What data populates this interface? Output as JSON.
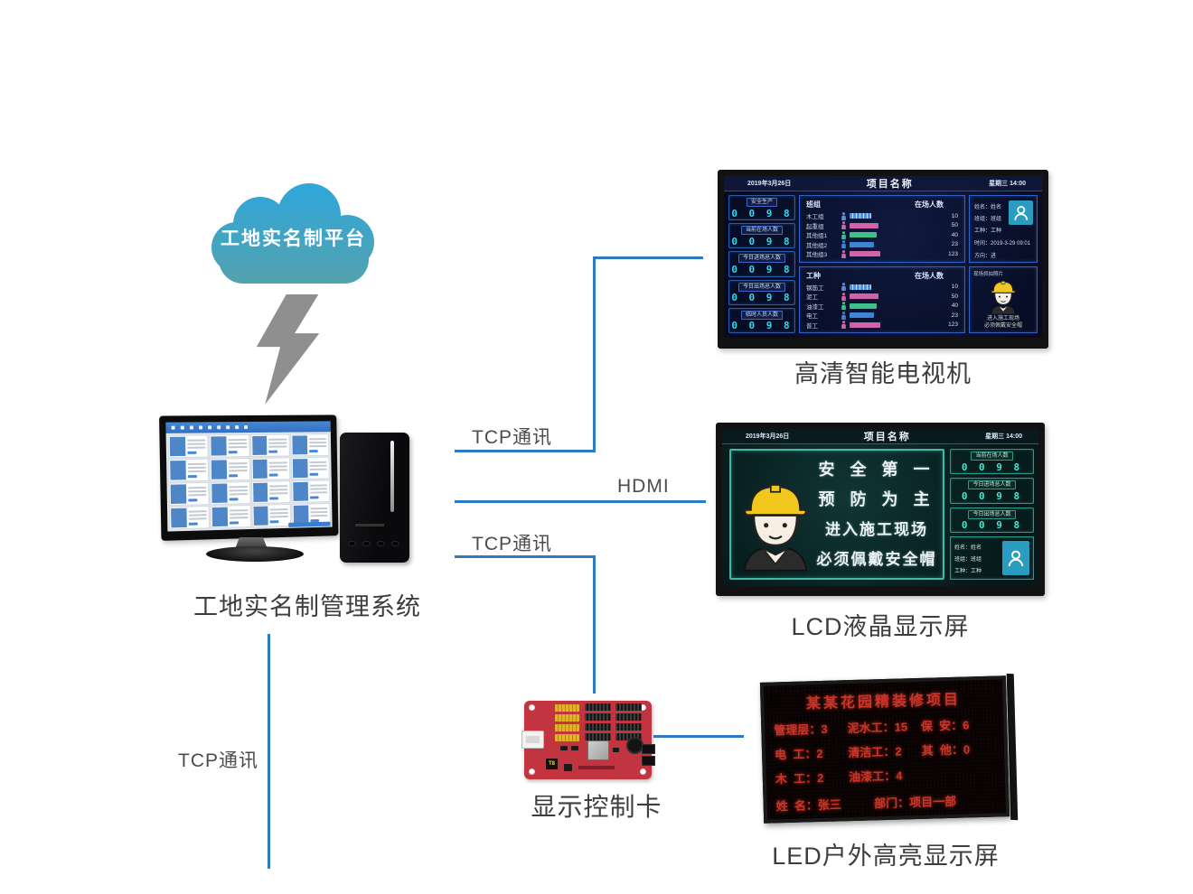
{
  "cloud": {
    "label": "工地实名制平台"
  },
  "computer": {
    "caption": "工地实名制管理系统"
  },
  "connections": {
    "tcp_tv": "TCP通讯",
    "hdmi": "HDMI",
    "tcp_card": "TCP通讯",
    "tcp_down": "TCP通讯"
  },
  "tv": {
    "caption": "高清智能电视机",
    "header": {
      "date": "2019年3月26日",
      "title": "项目名称",
      "week_time": "星期三 14:00"
    },
    "stats": [
      {
        "label": "安全生产",
        "value": "0 0 9 8"
      },
      {
        "label": "当前在场人数",
        "value": "0 0 9 8"
      },
      {
        "label": "今日进场总人数",
        "value": "0 0 9 8"
      },
      {
        "label": "今日出场总人数",
        "value": "0 0 9 8"
      },
      {
        "label": "临时人员人数",
        "value": "0 0 9 8"
      }
    ],
    "panels": [
      {
        "col1": "班组",
        "col2": "在场人数",
        "rows": [
          {
            "name": "木工组",
            "value": "10",
            "color": "#5a8fd8",
            "striped": true
          },
          {
            "name": "起重组",
            "value": "50",
            "color": "#d263ab"
          },
          {
            "name": "其他组1",
            "value": "40",
            "color": "#3ec08b"
          },
          {
            "name": "其他组2",
            "value": "23",
            "color": "#3f83d6"
          },
          {
            "name": "其他组3",
            "value": "123",
            "color": "#d263ab"
          }
        ]
      },
      {
        "col1": "工种",
        "col2": "在场人数",
        "rows": [
          {
            "name": "钢筋工",
            "value": "10",
            "color": "#5a8fd8",
            "striped": true
          },
          {
            "name": "泥工",
            "value": "50",
            "color": "#d263ab"
          },
          {
            "name": "油漆工",
            "value": "40",
            "color": "#3ec08b"
          },
          {
            "name": "电工",
            "value": "23",
            "color": "#3f83d6"
          },
          {
            "name": "普工",
            "value": "123",
            "color": "#d263ab"
          }
        ]
      }
    ],
    "info": {
      "name": "姓名：姓名",
      "team": "班组：班组",
      "worktype": "工种：工种",
      "time": "时间：2019-3-29 09:01",
      "direction": "方向：进"
    },
    "photo": {
      "title": "现场抓拍照片",
      "line1": "进入施工现场",
      "line2": "必须佩戴安全帽"
    }
  },
  "lcd": {
    "caption": "LCD液晶显示屏",
    "header": {
      "date": "2019年3月26日",
      "title": "项目名称",
      "week_time": "星期三 14:00"
    },
    "slogan": [
      "安 全 第 一",
      "预 防 为 主",
      "进入施工现场",
      "必须佩戴安全帽"
    ],
    "stats": [
      {
        "label": "当前在场人数",
        "value": "0 0 9 8"
      },
      {
        "label": "今日进场总人数",
        "value": "0 0 9 8"
      },
      {
        "label": "今日出场总人数",
        "value": "0 0 9 8"
      }
    ],
    "id_panel": {
      "name": "姓名：姓名",
      "team": "班组：班组",
      "worktype": "工种：工种"
    }
  },
  "card": {
    "caption": "显示控制卡"
  },
  "led": {
    "caption": "LED户外高亮显示屏",
    "title": "某某花园精装修项目",
    "rows": [
      [
        "管理层：3",
        "泥水工：15",
        "保  安：6"
      ],
      [
        "电  工：2",
        "清洁工：2",
        "其  他：0"
      ],
      [
        "木  工：2",
        "油漆工：4",
        ""
      ],
      [
        "姓  名：张三",
        "部门：项目一部"
      ]
    ]
  }
}
